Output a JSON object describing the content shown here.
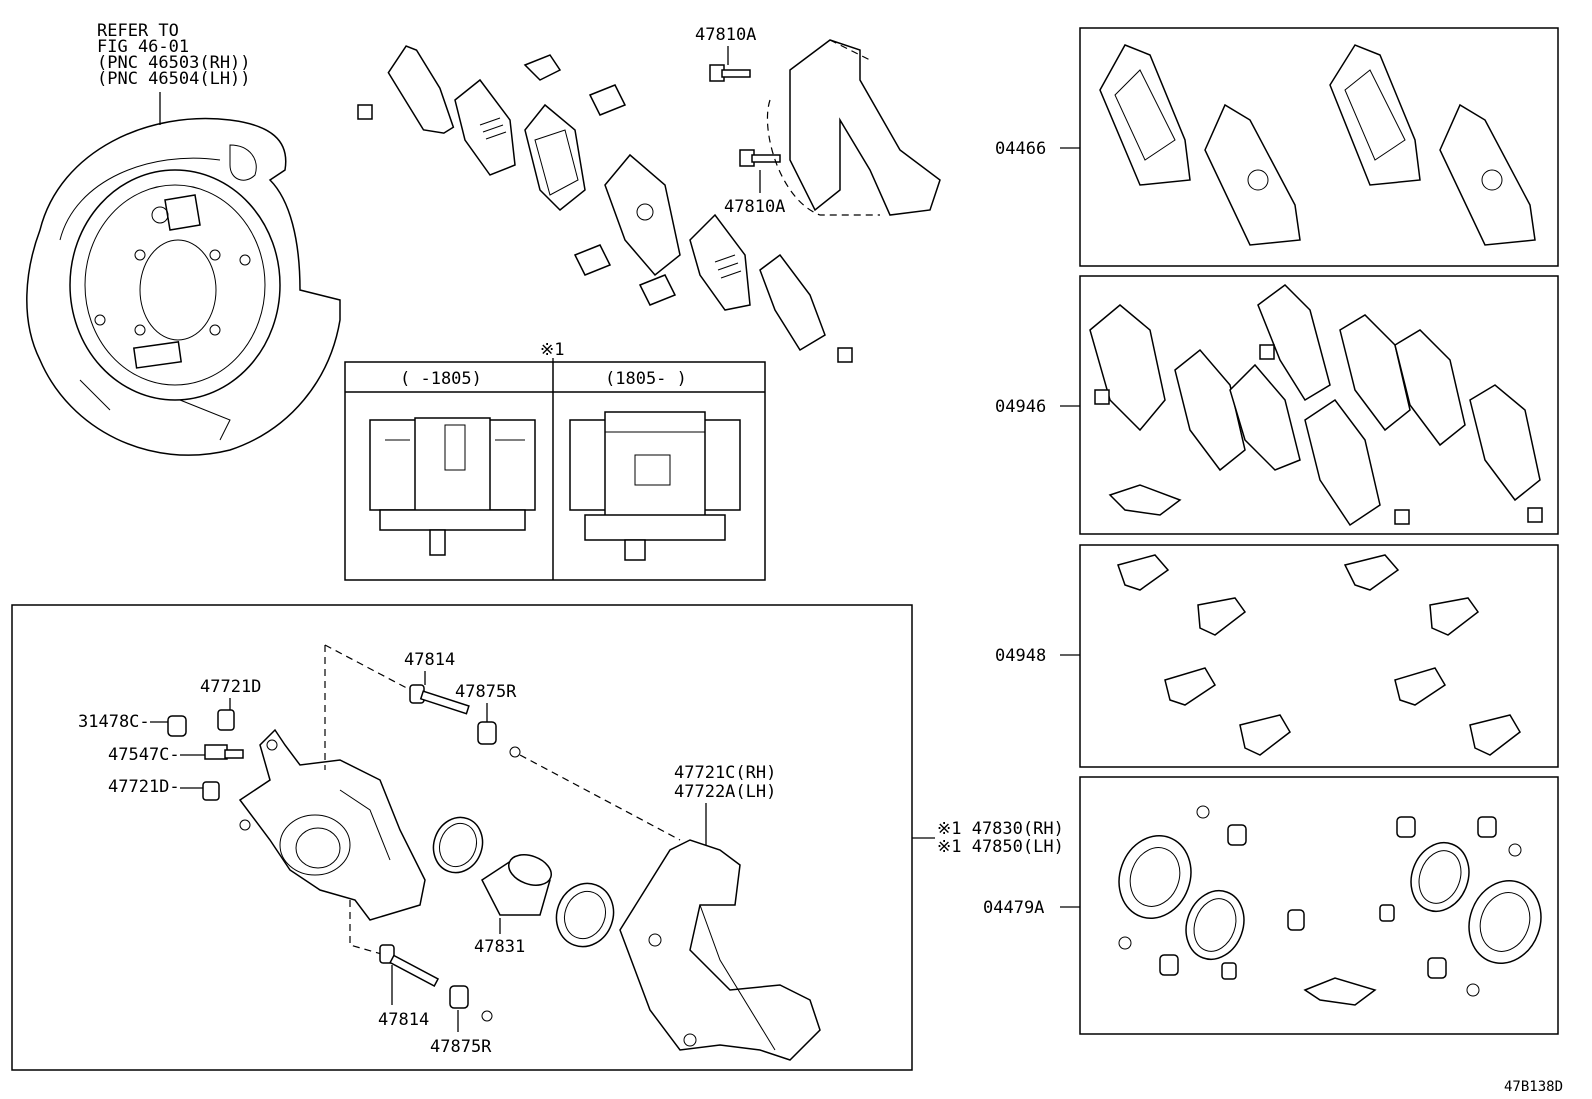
{
  "refer_note": [
    "REFER TO",
    "FIG 46-01",
    "(PNC 46503(RH))",
    "(PNC 46504(LH))"
  ],
  "labels": {
    "bolt_top": "47810A",
    "bolt_mid": "47810A",
    "note_mark": "※1",
    "variant_left": "(      -1805)",
    "variant_right": "(1805-     )",
    "pin_top": "47814",
    "boot_top": "47875R",
    "bleeder_cap": "47721D",
    "cap": "31478C-",
    "bleeder": "47547C-",
    "bleeder_cap2": "47721D-",
    "mounting_rh": "47721C(RH)",
    "mounting_lh": "47722A(LH)",
    "piston": "47831",
    "pin_bottom": "47814",
    "boot_bottom": "47875R",
    "assy_rh": "※1 47830(RH)",
    "assy_lh": "※1 47850(LH)"
  },
  "kits": [
    {
      "code": "04466"
    },
    {
      "code": "04946"
    },
    {
      "code": "04948"
    },
    {
      "code": "04479A"
    }
  ],
  "diagram_id": "47B138D"
}
